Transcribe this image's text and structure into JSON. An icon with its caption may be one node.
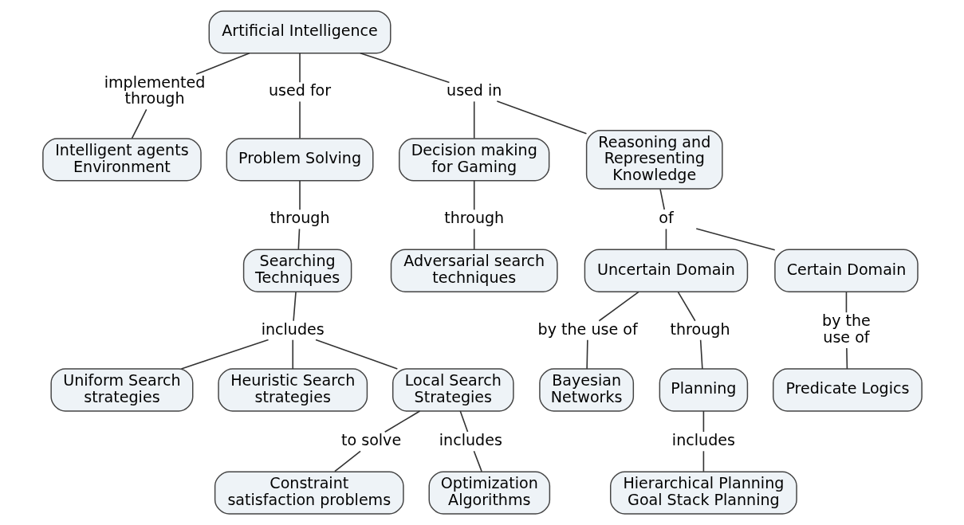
{
  "diagram": {
    "nodes": [
      {
        "text": [
          "Artificial Intelligence"
        ]
      },
      {
        "text": [
          "implemented through"
        ]
      },
      {
        "text": [
          "used for"
        ]
      },
      {
        "text": [
          "used in"
        ]
      },
      {
        "text": [
          "Intelligent agents Environment"
        ]
      },
      {
        "text": [
          "Problem Solving"
        ]
      },
      {
        "text": [
          "Decision making for Gaming"
        ]
      },
      {
        "text": [
          "Reasoning and Representing Knowledge"
        ]
      },
      {
        "text": [
          "through"
        ]
      },
      {
        "text": [
          "Searching Techniques"
        ]
      },
      {
        "text": [
          "through"
        ]
      },
      {
        "text": [
          "Adversarial search techniques"
        ]
      },
      {
        "text": [
          "of"
        ]
      },
      {
        "text": [
          "Uncertain Domain"
        ]
      },
      {
        "text": [
          "Certain Domain"
        ]
      },
      {
        "text": [
          "includes"
        ]
      },
      {
        "text": [
          "Uniform Search strategies"
        ]
      },
      {
        "text": [
          "Heuristic Search strategies"
        ]
      },
      {
        "text": [
          "Local Search Strategies"
        ]
      },
      {
        "text": [
          "by the use of"
        ]
      },
      {
        "text": [
          "through"
        ]
      },
      {
        "text": [
          "by the use of"
        ]
      },
      {
        "text": [
          "Bayesian Networks"
        ]
      },
      {
        "text": [
          "Planning"
        ]
      },
      {
        "text": [
          "Predicate Logics"
        ]
      },
      {
        "text": [
          "to solve"
        ]
      },
      {
        "text": [
          "includes"
        ]
      },
      {
        "text": [
          "Constraint satisfaction problems"
        ]
      },
      {
        "text": [
          "Optimization Algorithms"
        ]
      },
      {
        "text": [
          "includes"
        ]
      },
      {
        "text": [
          "Hierarchical Planning Goal Stack Planning"
        ]
      }
    ],
    "edges": [
      {
        "from": 0,
        "to": 1,
        "arrow": "none"
      },
      {
        "from": 1,
        "to": 4,
        "arrow": "none"
      },
      {
        "from": 0,
        "to": 2,
        "arrow": "none"
      },
      {
        "from": 2,
        "to": 5,
        "arrow": "none"
      },
      {
        "from": 0,
        "to": 3,
        "arrow": "none"
      },
      {
        "from": 3,
        "to": 6,
        "arrow": "none"
      },
      {
        "from": 3,
        "to": 7,
        "arrow": "none"
      },
      {
        "from": 5,
        "to": 8,
        "arrow": "none"
      },
      {
        "from": 8,
        "to": 9,
        "arrow": "none"
      },
      {
        "from": 6,
        "to": 10,
        "arrow": "none"
      },
      {
        "from": 10,
        "to": 11,
        "arrow": "none"
      },
      {
        "from": 7,
        "to": 12,
        "arrow": "none"
      },
      {
        "from": 12,
        "to": 13,
        "arrow": "none"
      },
      {
        "from": 12,
        "to": 14,
        "arrow": "none"
      },
      {
        "from": 9,
        "to": 15,
        "arrow": "none"
      },
      {
        "from": 15,
        "to": 16,
        "arrow": "none"
      },
      {
        "from": 15,
        "to": 17,
        "arrow": "none"
      },
      {
        "from": 15,
        "to": 18,
        "arrow": "none"
      },
      {
        "from": 13,
        "to": 19,
        "arrow": "none"
      },
      {
        "from": 19,
        "to": 22,
        "arrow": "none"
      },
      {
        "from": 13,
        "to": 20,
        "arrow": "none"
      },
      {
        "from": 20,
        "to": 23,
        "arrow": "none"
      },
      {
        "from": 14,
        "to": 21,
        "arrow": "none"
      },
      {
        "from": 21,
        "to": 24,
        "arrow": "none"
      },
      {
        "from": 18,
        "to": 25,
        "arrow": "none"
      },
      {
        "from": 25,
        "to": 27,
        "arrow": "none"
      },
      {
        "from": 18,
        "to": 26,
        "arrow": "none"
      },
      {
        "from": 26,
        "to": 28,
        "arrow": "none"
      },
      {
        "from": 23,
        "to": 29,
        "arrow": "none"
      },
      {
        "from": 29,
        "to": 30,
        "arrow": "none"
      }
    ]
  }
}
